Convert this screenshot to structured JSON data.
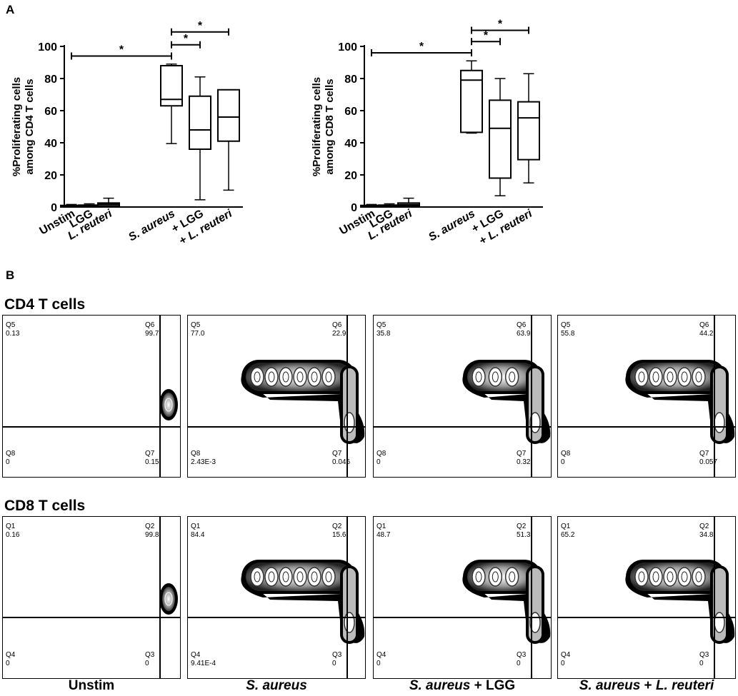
{
  "panel_a_label": "A",
  "panel_b_label": "B",
  "chart_data": [
    {
      "type": "box",
      "ylabel": "%Proliferating cells\namong CD4 T cells",
      "ylim": [
        0,
        100
      ],
      "yticks": [
        0,
        20,
        40,
        60,
        80,
        100
      ],
      "categories": [
        "Unstim",
        "LGG",
        "L. reuteri",
        "S. aureus",
        "+ LGG",
        "+ L. reuteri"
      ],
      "italic_categories": [
        "L. reuteri",
        "S. aureus",
        "+ L. reuteri"
      ],
      "boxes": [
        {
          "min": 0.2,
          "q1": 0.3,
          "median": 0.6,
          "q3": 1.0,
          "max": 1.6
        },
        {
          "min": 0.2,
          "q1": 0.3,
          "median": 0.7,
          "q3": 1.2,
          "max": 2.0
        },
        {
          "min": 0.2,
          "q1": 0.8,
          "median": 1.8,
          "q3": 2.5,
          "max": 5.5
        },
        {
          "min": 39.5,
          "q1": 63,
          "median": 67,
          "q3": 88,
          "max": 89
        },
        {
          "min": 4.5,
          "q1": 36,
          "median": 48,
          "q3": 69,
          "max": 81
        },
        {
          "min": 10.5,
          "q1": 41,
          "median": 56,
          "q3": 73,
          "max": 73
        }
      ],
      "significance": [
        {
          "from": 0,
          "to": 3,
          "y": 94,
          "label": "*"
        },
        {
          "from": 3,
          "to": 4,
          "y": 101,
          "label": "*"
        },
        {
          "from": 3,
          "to": 5,
          "y": 109,
          "label": "*"
        }
      ]
    },
    {
      "type": "box",
      "ylabel": "%Proliferating cells\namong CD8 T cells",
      "ylim": [
        0,
        100
      ],
      "yticks": [
        0,
        20,
        40,
        60,
        80,
        100
      ],
      "categories": [
        "Unstim",
        "LGG",
        "L. reuteri",
        "S. aureus",
        "+ LGG",
        "+ L. reuteri"
      ],
      "italic_categories": [
        "L. reuteri",
        "S. aureus",
        "+ L. reuteri"
      ],
      "boxes": [
        {
          "min": 0.2,
          "q1": 0.3,
          "median": 0.6,
          "q3": 1.0,
          "max": 1.6
        },
        {
          "min": 0.2,
          "q1": 0.3,
          "median": 0.7,
          "q3": 1.2,
          "max": 2.0
        },
        {
          "min": 0.2,
          "q1": 0.8,
          "median": 1.5,
          "q3": 2.5,
          "max": 5.5
        },
        {
          "min": 46,
          "q1": 46.5,
          "median": 79,
          "q3": 85,
          "max": 91
        },
        {
          "min": 7,
          "q1": 18,
          "median": 49,
          "q3": 66.5,
          "max": 80
        },
        {
          "min": 15,
          "q1": 29.5,
          "median": 55.5,
          "q3": 65.5,
          "max": 83
        }
      ],
      "significance": [
        {
          "from": 0,
          "to": 3,
          "y": 96,
          "label": "*"
        },
        {
          "from": 3,
          "to": 4,
          "y": 103,
          "label": "*"
        },
        {
          "from": 3,
          "to": 5,
          "y": 110,
          "label": "*"
        }
      ]
    }
  ],
  "flow": {
    "cd4_title": "CD4 T cells",
    "cd8_title": "CD8 T cells",
    "columns": [
      {
        "pre": "",
        "italic": "",
        "post": "Unstim"
      },
      {
        "pre": "",
        "italic": "S. aureus",
        "post": ""
      },
      {
        "pre": "",
        "italic": "S. aureus",
        "post": " + LGG"
      },
      {
        "pre": "",
        "italic": "S. aureus",
        "post": " + L. reuteri",
        "post_italic_tail": "L. reuteri"
      }
    ],
    "cd4": [
      {
        "ul_name": "Q5",
        "ul_val": "0.13",
        "ur_name": "Q6",
        "ur_val": "99.7",
        "ll_name": "Q8",
        "ll_val": "0",
        "lr_name": "Q7",
        "lr_val": "0.15"
      },
      {
        "ul_name": "Q5",
        "ul_val": "77.0",
        "ur_name": "Q6",
        "ur_val": "22.9",
        "ll_name": "Q8",
        "ll_val": "2.43E-3",
        "lr_name": "Q7",
        "lr_val": "0.046"
      },
      {
        "ul_name": "Q5",
        "ul_val": "35.8",
        "ur_name": "Q6",
        "ur_val": "63.9",
        "ll_name": "Q8",
        "ll_val": "0",
        "lr_name": "Q7",
        "lr_val": "0.32"
      },
      {
        "ul_name": "Q5",
        "ul_val": "55.8",
        "ur_name": "Q6",
        "ur_val": "44.2",
        "ll_name": "Q8",
        "ll_val": "0",
        "lr_name": "Q7",
        "lr_val": "0.057"
      }
    ],
    "cd8": [
      {
        "ul_name": "Q1",
        "ul_val": "0.16",
        "ur_name": "Q2",
        "ur_val": "99.8",
        "ll_name": "Q4",
        "ll_val": "0",
        "lr_name": "Q3",
        "lr_val": "0"
      },
      {
        "ul_name": "Q1",
        "ul_val": "84.4",
        "ur_name": "Q2",
        "ur_val": "15.6",
        "ll_name": "Q4",
        "ll_val": "9.41E-4",
        "lr_name": "Q3",
        "lr_val": "0"
      },
      {
        "ul_name": "Q1",
        "ul_val": "48.7",
        "ur_name": "Q2",
        "ur_val": "51.3",
        "ll_name": "Q4",
        "ll_val": "0",
        "lr_name": "Q3",
        "lr_val": "0"
      },
      {
        "ul_name": "Q1",
        "ul_val": "65.2",
        "ur_name": "Q2",
        "ur_val": "34.8",
        "ll_name": "Q4",
        "ll_val": "0",
        "lr_name": "Q3",
        "lr_val": "0"
      }
    ]
  }
}
